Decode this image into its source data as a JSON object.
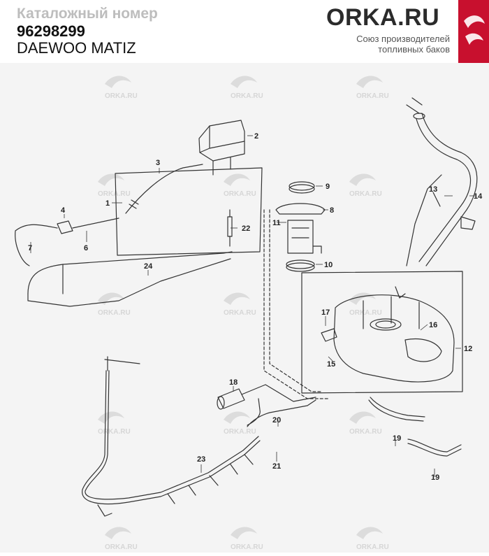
{
  "header": {
    "catalog_label": "Каталожный номер",
    "part_number": "96298299",
    "model": "DAEWOO MATIZ",
    "brand": "ORKA.RU",
    "tagline_line1": "Союз производителей",
    "tagline_line2": "топливных баков",
    "accent_color": "#c8102e"
  },
  "diagram": {
    "watermark_text": "ORKA.RU",
    "callouts": [
      "1",
      "2",
      "3",
      "4",
      "6",
      "7",
      "8",
      "9",
      "10",
      "11",
      "12",
      "13",
      "14",
      "15",
      "16",
      "17",
      "18",
      "19",
      "19",
      "20",
      "21",
      "22",
      "23",
      "24"
    ]
  }
}
